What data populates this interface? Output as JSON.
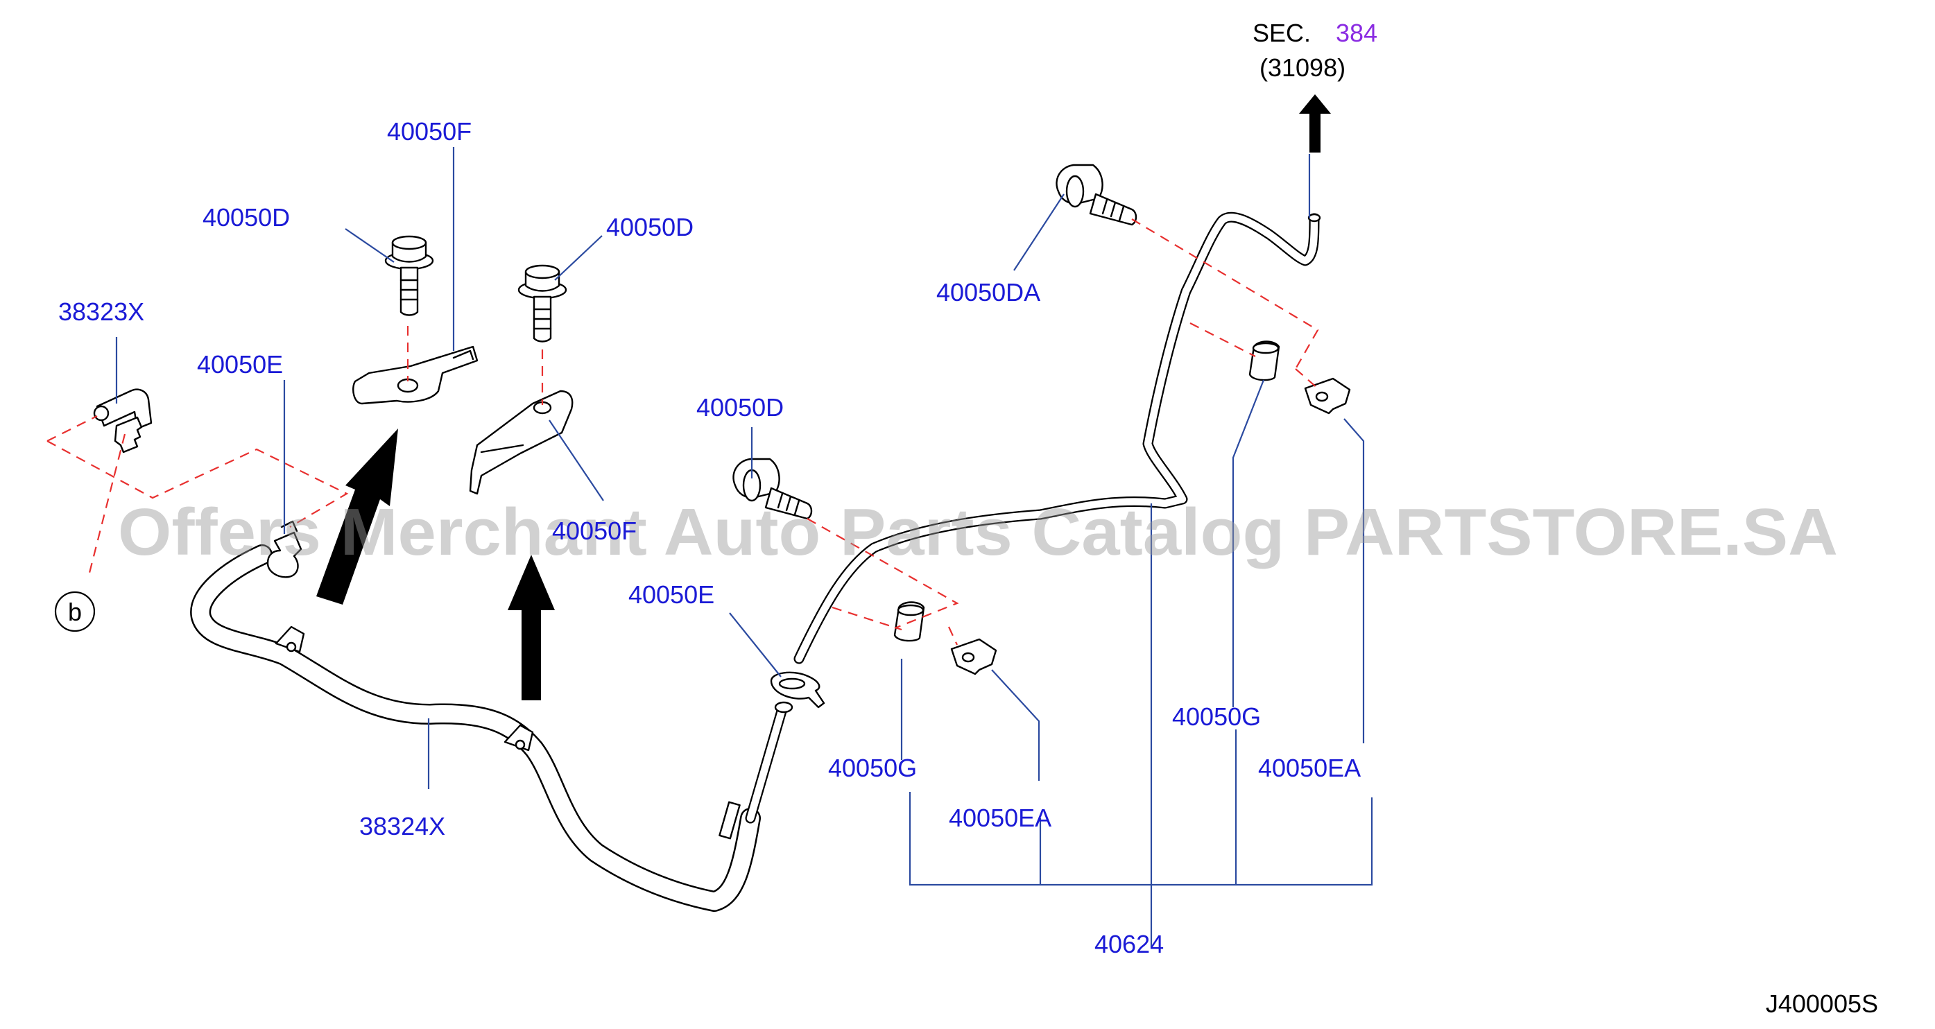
{
  "diagram": {
    "ref_section": {
      "prefix": "SEC.",
      "number": "384",
      "sub": "(31098)"
    },
    "callout": "b",
    "drawing_code": "J400005S",
    "watermark": "Offers Merchant Auto Parts Catalog PARTSTORE.SA",
    "part_labels": {
      "p40050F_top": "40050F",
      "p40050F_hidden": "40050F",
      "p40050D_left": "40050D",
      "p40050D_mid": "40050D",
      "p40050D_center": "40050D",
      "p38323X": "38323X",
      "p40050E_left": "40050E",
      "p40050E_center": "40050E",
      "p38324X": "38324X",
      "p40050DA": "40050DA",
      "p40050G_left": "40050G",
      "p40050G_right": "40050G",
      "p40050EA_left": "40050EA",
      "p40050EA_right": "40050EA",
      "p40624": "40624"
    },
    "colors": {
      "label": "#1a1ad6",
      "leader": "#2b4aa0",
      "dashed": "#e8302f",
      "section_number": "#8a2be2"
    }
  }
}
